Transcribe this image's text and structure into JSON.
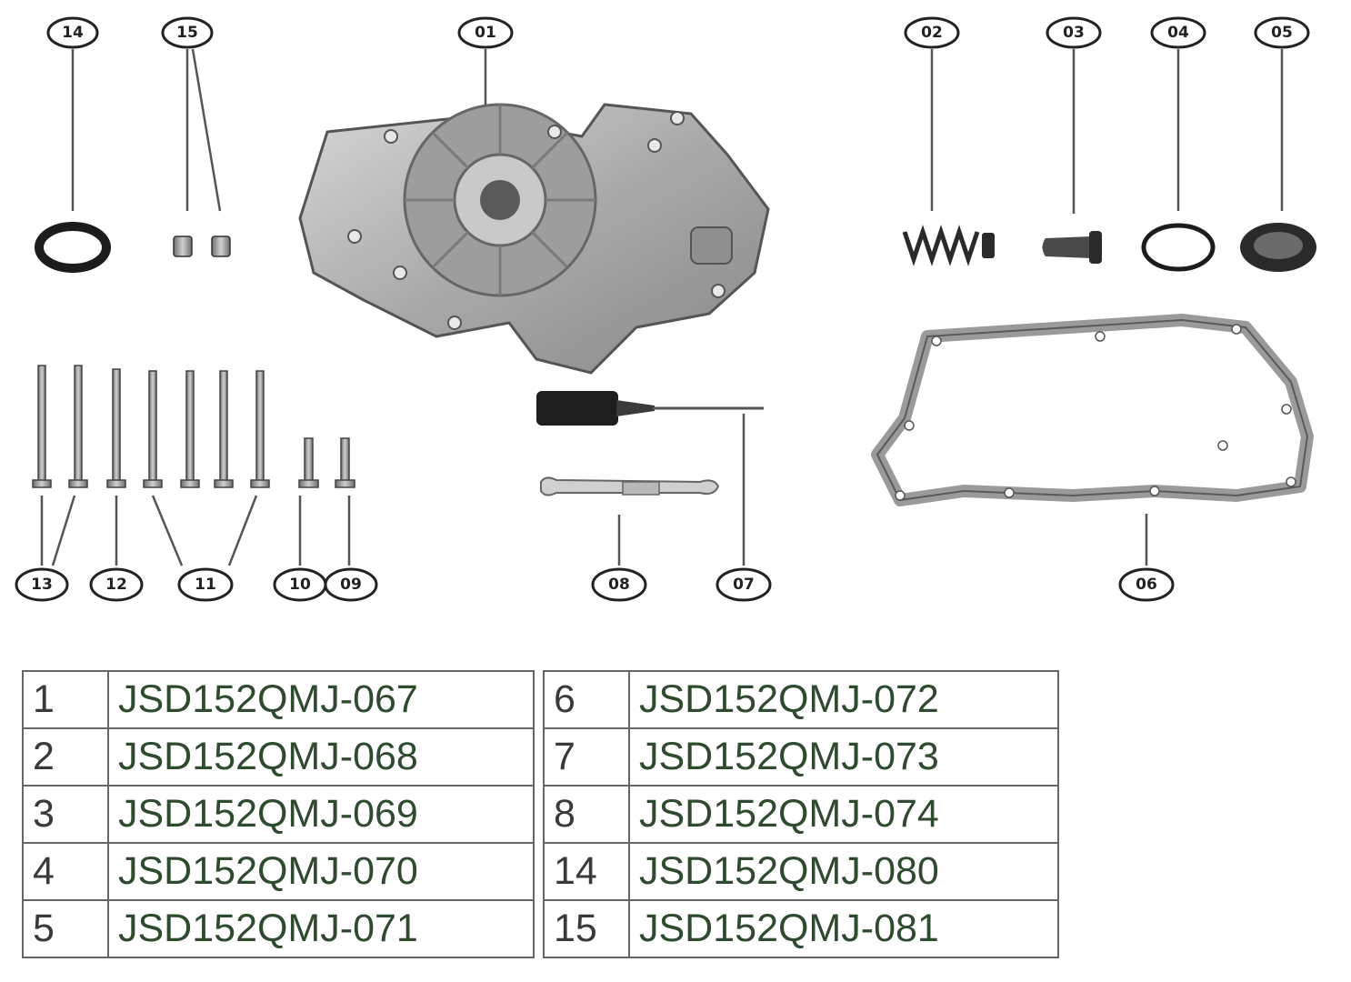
{
  "callouts": {
    "c14": "14",
    "c15": "15",
    "c01": "01",
    "c02": "02",
    "c03": "03",
    "c04": "04",
    "c05": "05",
    "c13": "13",
    "c12": "12",
    "c11": "11",
    "c10": "10",
    "c09": "09",
    "c08": "08",
    "c07": "07",
    "c06": "06"
  },
  "parts_table_left": [
    {
      "num": "1",
      "code": "JSD152QMJ-067"
    },
    {
      "num": "2",
      "code": "JSD152QMJ-068"
    },
    {
      "num": "3",
      "code": "JSD152QMJ-069"
    },
    {
      "num": "4",
      "code": "JSD152QMJ-070"
    },
    {
      "num": "5",
      "code": "JSD152QMJ-071"
    }
  ],
  "parts_table_right": [
    {
      "num": "6",
      "code": "JSD152QMJ-072"
    },
    {
      "num": "7",
      "code": "JSD152QMJ-073"
    },
    {
      "num": "8",
      "code": "JSD152QMJ-074"
    },
    {
      "num": "14",
      "code": "JSD152QMJ-080"
    },
    {
      "num": "15",
      "code": "JSD152QMJ-081"
    }
  ],
  "colors": {
    "metal": "#b8b8b8",
    "metal_dark": "#7a7a7a",
    "ink": "#222222",
    "table_text": "#2f4a2f"
  }
}
